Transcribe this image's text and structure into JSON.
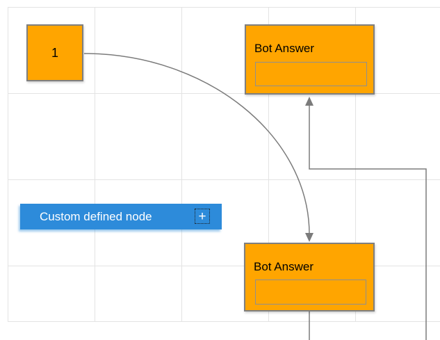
{
  "colors": {
    "orange": "#FFA500",
    "node_border": "#7F7F7F",
    "blue": "#2D8BDA",
    "custom_text": "#FFFFFF",
    "connector": "#7B7B7B",
    "grid": "#E3E3E3",
    "bg": "#FFFFFF",
    "label": "#000000"
  },
  "nodes": {
    "start": {
      "label": "1"
    },
    "bot_answer_top": {
      "title": "Bot Answer",
      "field_value": ""
    },
    "bot_answer_bottom": {
      "title": "Bot Answer",
      "field_value": ""
    },
    "custom": {
      "label": "Custom defined node",
      "plus_icon": "+"
    }
  }
}
